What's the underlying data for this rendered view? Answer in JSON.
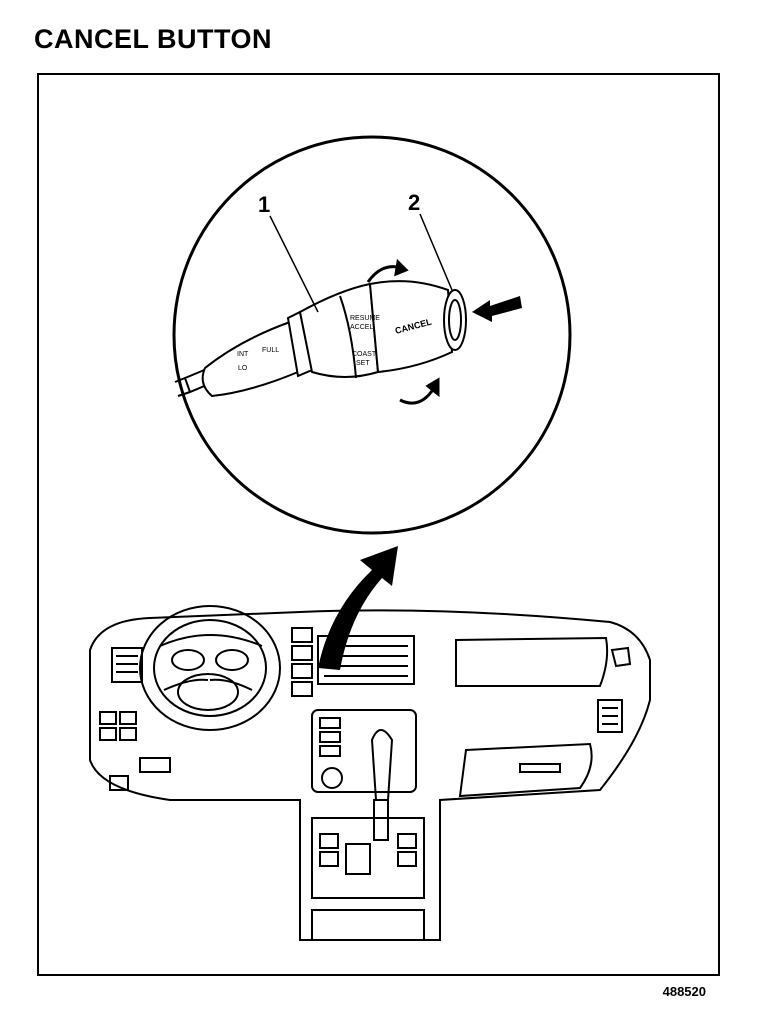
{
  "header": {
    "title": "CANCEL BUTTON"
  },
  "callouts": {
    "one": "1",
    "two": "2"
  },
  "switch_labels": {
    "cancel": "CANCEL",
    "resume": "RESUME",
    "accel": "ACCEL",
    "coast": "COAST",
    "set": "SET",
    "int": "INT",
    "lo": "LO",
    "full": "FULL"
  },
  "footer": {
    "figure_number": "488520"
  }
}
